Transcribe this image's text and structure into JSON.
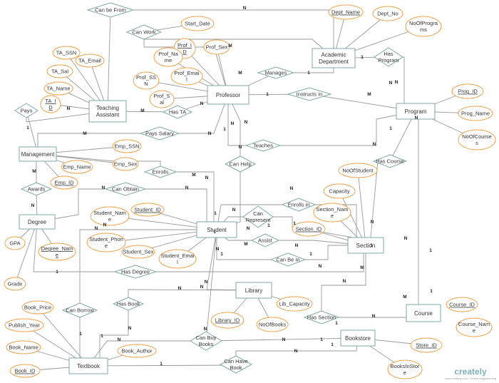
{
  "entities": [
    {
      "id": "academic_department",
      "lines": [
        "Academic",
        "Department"
      ]
    },
    {
      "id": "professor",
      "lines": [
        "Professor"
      ]
    },
    {
      "id": "teaching_assistant",
      "lines": [
        "Teaching",
        "Assistant"
      ]
    },
    {
      "id": "program",
      "lines": [
        "Program"
      ]
    },
    {
      "id": "management",
      "lines": [
        "Management"
      ]
    },
    {
      "id": "degree",
      "lines": [
        "Degree"
      ]
    },
    {
      "id": "student",
      "lines": [
        "Student"
      ]
    },
    {
      "id": "section",
      "lines": [
        "Section"
      ]
    },
    {
      "id": "library",
      "lines": [
        "Library"
      ]
    },
    {
      "id": "course",
      "lines": [
        "Course"
      ]
    },
    {
      "id": "bookstore",
      "lines": [
        "Bookstore"
      ]
    },
    {
      "id": "textbook",
      "lines": [
        "Textbook"
      ]
    }
  ],
  "relationships": [
    {
      "id": "can_be_from",
      "lines": [
        "Can be From"
      ]
    },
    {
      "id": "can_work",
      "lines": [
        "Can Work"
      ]
    },
    {
      "id": "has_program",
      "lines": [
        "Has",
        "Program"
      ]
    },
    {
      "id": "manages",
      "lines": [
        "Manages"
      ]
    },
    {
      "id": "instructs_in",
      "lines": [
        "Instructs In"
      ]
    },
    {
      "id": "pays",
      "lines": [
        "Pays"
      ]
    },
    {
      "id": "has_ta",
      "lines": [
        "Has TA"
      ]
    },
    {
      "id": "pays_salary",
      "lines": [
        "Pays Salary"
      ]
    },
    {
      "id": "teaches",
      "lines": [
        "Teaches"
      ]
    },
    {
      "id": "has_course",
      "lines": [
        "Has Course"
      ]
    },
    {
      "id": "enrolls",
      "lines": [
        "Enrolls"
      ]
    },
    {
      "id": "can_help",
      "lines": [
        "Can Help"
      ]
    },
    {
      "id": "awards",
      "lines": [
        "Awards"
      ]
    },
    {
      "id": "can_obtain",
      "lines": [
        "Can Obtain"
      ]
    },
    {
      "id": "enrolls_in",
      "lines": [
        "Enrolls in"
      ]
    },
    {
      "id": "can_represent",
      "lines": [
        "Can",
        "Represent"
      ]
    },
    {
      "id": "assist",
      "lines": [
        "Assist"
      ]
    },
    {
      "id": "can_be_in",
      "lines": [
        "Can Be In"
      ]
    },
    {
      "id": "has_degree",
      "lines": [
        "Has Degree"
      ]
    },
    {
      "id": "can_borrow",
      "lines": [
        "Can Borrow"
      ]
    },
    {
      "id": "has_book",
      "lines": [
        "Has Book"
      ]
    },
    {
      "id": "has_section",
      "lines": [
        "Has Section"
      ]
    },
    {
      "id": "can_buy_books",
      "lines": [
        "Can Buy",
        "Books"
      ]
    },
    {
      "id": "can_have_book",
      "lines": [
        "Can Have",
        "Book"
      ]
    }
  ],
  "attributes": [
    {
      "id": "dept_name",
      "lines": [
        "Dept_Name"
      ],
      "key": true
    },
    {
      "id": "dept_no",
      "lines": [
        "Dept_No"
      ],
      "key": false
    },
    {
      "id": "no_of_programs",
      "lines": [
        "NoOfProgra",
        "ms"
      ],
      "key": false
    },
    {
      "id": "start_date",
      "lines": [
        "Start_Date"
      ],
      "key": false
    },
    {
      "id": "prof_id",
      "lines": [
        "Prof_I",
        "D"
      ],
      "key": true
    },
    {
      "id": "prof_sex",
      "lines": [
        "Prof_Sex"
      ],
      "key": false
    },
    {
      "id": "prof_name",
      "lines": [
        "Prof_Na",
        "me"
      ],
      "key": false
    },
    {
      "id": "prof_ssn",
      "lines": [
        "Prof_SS",
        "N"
      ],
      "key": false
    },
    {
      "id": "prof_email",
      "lines": [
        "Prof_Emai",
        "l"
      ],
      "key": false
    },
    {
      "id": "prof_sal",
      "lines": [
        "Prof_S",
        "al"
      ],
      "key": false
    },
    {
      "id": "ta_ssn",
      "lines": [
        "TA_SSN"
      ],
      "key": false
    },
    {
      "id": "ta_email",
      "lines": [
        "TA_Email"
      ],
      "key": false
    },
    {
      "id": "ta_sal",
      "lines": [
        "TA_Sal"
      ],
      "key": false
    },
    {
      "id": "ta_name",
      "lines": [
        "TA_Name"
      ],
      "key": false
    },
    {
      "id": "ta_id",
      "lines": [
        "TA_I",
        "D"
      ],
      "key": true
    },
    {
      "id": "prog_id",
      "lines": [
        "Prog_ID"
      ],
      "key": true
    },
    {
      "id": "prog_name",
      "lines": [
        "Prog_Name"
      ],
      "key": false
    },
    {
      "id": "no_of_courses",
      "lines": [
        "NoOfCourse",
        "s"
      ],
      "key": false
    },
    {
      "id": "emp_ssn",
      "lines": [
        "Emp_SSN"
      ],
      "key": false
    },
    {
      "id": "emp_name",
      "lines": [
        "Emp_Name"
      ],
      "key": false
    },
    {
      "id": "emp_sex",
      "lines": [
        "Emp_Sex"
      ],
      "key": false
    },
    {
      "id": "emp_id",
      "lines": [
        "Emp_ID"
      ],
      "key": true
    },
    {
      "id": "no_of_student",
      "lines": [
        "NoOfStudent"
      ],
      "key": false
    },
    {
      "id": "capacity",
      "lines": [
        "Capacity"
      ],
      "key": false
    },
    {
      "id": "section_name",
      "lines": [
        "Section_Nam",
        "e"
      ],
      "key": false
    },
    {
      "id": "section_id",
      "lines": [
        "Section_ID"
      ],
      "key": true
    },
    {
      "id": "gpa",
      "lines": [
        "GPA"
      ],
      "key": false
    },
    {
      "id": "degree_name",
      "lines": [
        "Degree_Nam",
        "e"
      ],
      "key": true
    },
    {
      "id": "grade",
      "lines": [
        "Grade"
      ],
      "key": false
    },
    {
      "id": "student_name",
      "lines": [
        "Student_Nam",
        "e"
      ],
      "key": false
    },
    {
      "id": "student_id",
      "lines": [
        "Student_ID"
      ],
      "key": true
    },
    {
      "id": "student_phone",
      "lines": [
        "Student_Phon",
        "e"
      ],
      "key": false
    },
    {
      "id": "student_sex",
      "lines": [
        "Student_Sex"
      ],
      "key": false
    },
    {
      "id": "student_email",
      "lines": [
        "Student_Emai",
        "l"
      ],
      "key": false
    },
    {
      "id": "lib_capacity",
      "lines": [
        "Lib_Capacity"
      ],
      "key": false
    },
    {
      "id": "library_id",
      "lines": [
        "Library_ID"
      ],
      "key": true
    },
    {
      "id": "no_of_books",
      "lines": [
        "NoOfBooks"
      ],
      "key": false
    },
    {
      "id": "course_id",
      "lines": [
        "Course_ID"
      ],
      "key": true
    },
    {
      "id": "course_name",
      "lines": [
        "Course_Nam",
        "e"
      ],
      "key": false
    },
    {
      "id": "store_id",
      "lines": [
        "Store_ID"
      ],
      "key": true
    },
    {
      "id": "books_in_store",
      "lines": [
        "BooksInStor",
        "e"
      ],
      "key": false
    },
    {
      "id": "book_price",
      "lines": [
        "Book_Price"
      ],
      "key": false
    },
    {
      "id": "publish_year",
      "lines": [
        "Publish_Year"
      ],
      "key": false
    },
    {
      "id": "book_name",
      "lines": [
        "Book_Name"
      ],
      "key": false
    },
    {
      "id": "book_id",
      "lines": [
        "Book_ID"
      ],
      "key": true
    },
    {
      "id": "book_author",
      "lines": [
        "Book_Author"
      ],
      "key": false
    }
  ],
  "cardinalities": [
    "N",
    "M",
    "1",
    "N",
    "M",
    "1",
    "1",
    "M",
    "N",
    "M",
    "N",
    "1",
    "M",
    "N",
    "1",
    "N",
    "N",
    "1",
    "1",
    "N",
    "M",
    "N",
    "M",
    "N",
    "N",
    "N",
    "1",
    "N",
    "N",
    "1",
    "N",
    "M",
    "1",
    "N",
    "N",
    "1",
    "N",
    "1",
    "M",
    "N",
    "N",
    "N",
    "N",
    "M",
    "N",
    "N",
    "N",
    "1",
    "1",
    "N",
    "N",
    "N",
    "1",
    "N",
    "1",
    "N",
    "N",
    "1",
    "1",
    "1",
    "N",
    "N",
    "1",
    "1",
    "N",
    "N",
    "1"
  ],
  "watermark": {
    "brand": "creately",
    "tagline": "www.creately.com • Online Diagramming"
  },
  "colors": {
    "entity_stroke": "#7fa9a6",
    "relationship_stroke": "#7fa9a6",
    "attribute_stroke": "#f0a14a",
    "edge": "#9a9a9a"
  }
}
